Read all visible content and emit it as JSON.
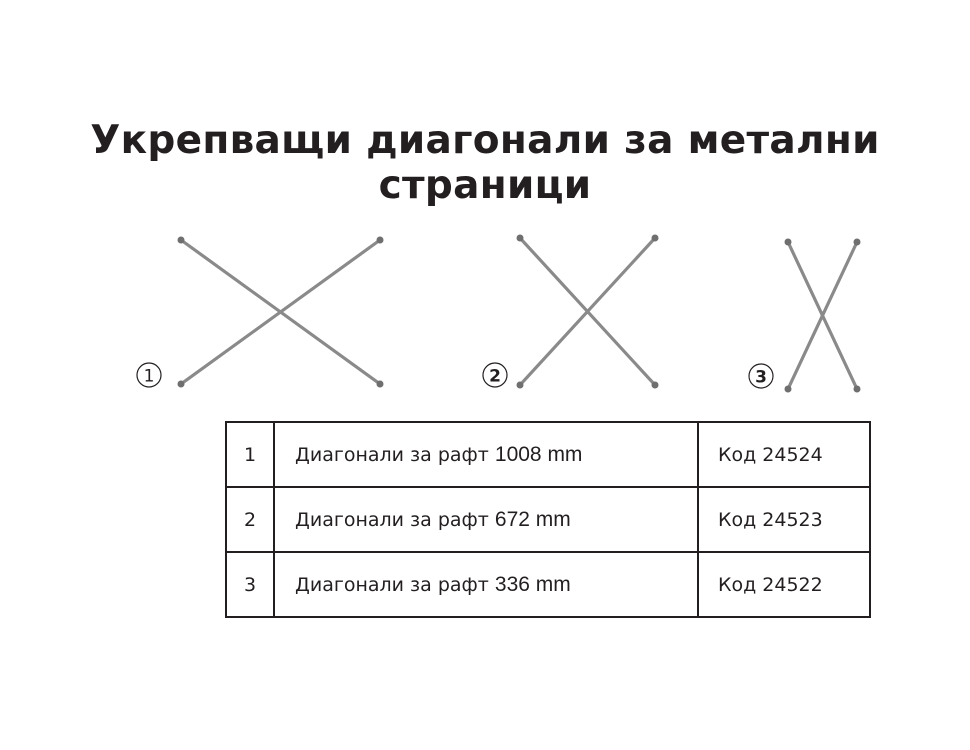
{
  "title": "Укрепващи диагонали за метални страници",
  "figures": [
    {
      "number": "1"
    },
    {
      "number": "2"
    },
    {
      "number": "3"
    }
  ],
  "colors": {
    "rod": "#8a8a8a",
    "rod_end": "#6f6f6f",
    "ink": "#231f20"
  },
  "table": {
    "rows": [
      {
        "number": "1",
        "name": "Диагонали за рафт",
        "length": "1008 mm",
        "code": "Код 24524"
      },
      {
        "number": "2",
        "name": "Диагонали за рафт",
        "length": "672 mm",
        "code": "Код 24523"
      },
      {
        "number": "3",
        "name": "Диагонали за рафт",
        "length": "336 mm",
        "code": "Код 24522"
      }
    ]
  }
}
